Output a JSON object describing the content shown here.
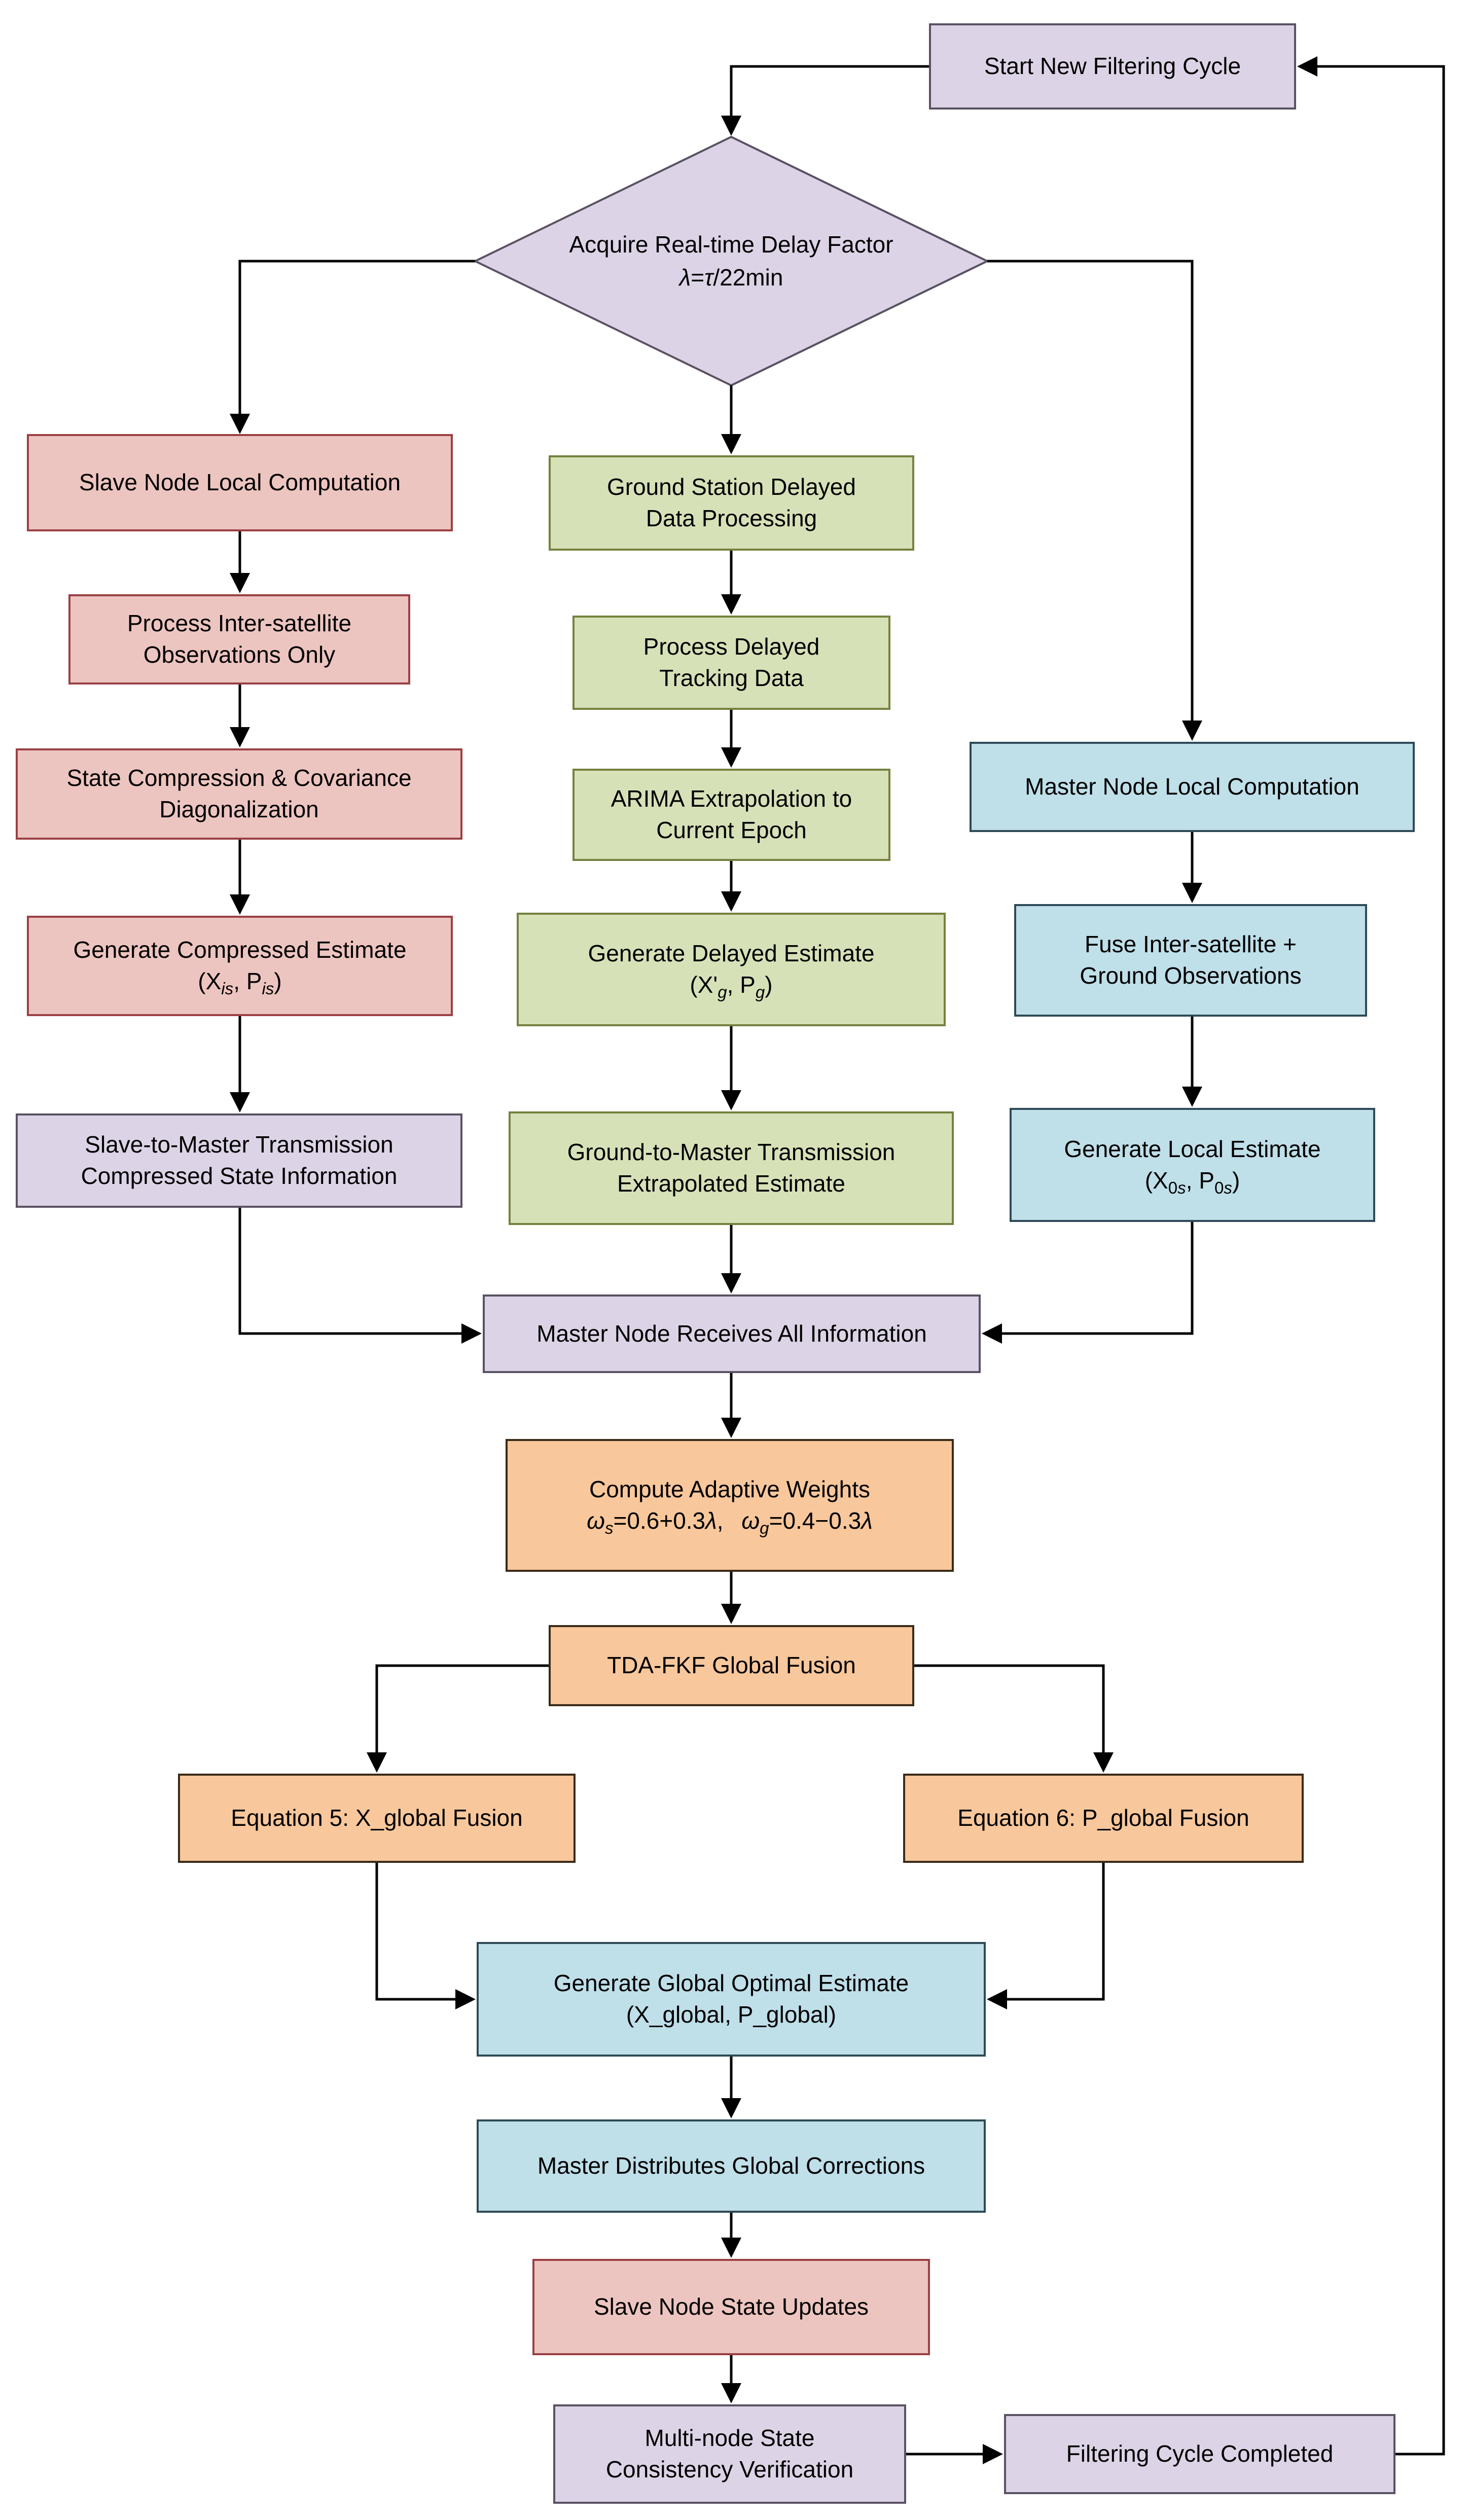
{
  "colors": {
    "background": "#ffffff",
    "lavender_fill": "#DCD4E6",
    "lavender_border": "#5A5262",
    "red_fill": "#EDC5C0",
    "red_border": "#9A4145",
    "green_fill": "#D7E1B8",
    "green_border": "#76813F",
    "blue_fill": "#BFDFE9",
    "blue_border": "#2F4A58",
    "orange_fill": "#F8C79B",
    "orange_border": "#3A2B18",
    "arrow": "#000000"
  },
  "nodes": {
    "start": {
      "type": "process",
      "color": "lavender",
      "lines": [
        "Start New Filtering Cycle"
      ]
    },
    "decision": {
      "type": "decision",
      "color": "lavender",
      "lines": [
        "Acquire Real-time Delay Factor",
        "*λ*=*τ*/22min"
      ]
    },
    "slave_local": {
      "type": "process",
      "color": "red",
      "lines": [
        "Slave Node Local Computation"
      ]
    },
    "process_intersat": {
      "type": "process",
      "color": "red",
      "lines": [
        "Process Inter-satellite",
        "Observations Only"
      ]
    },
    "state_compression": {
      "type": "process",
      "color": "red",
      "lines": [
        "State Compression & Covariance",
        "Diagonalization"
      ]
    },
    "gen_compressed": {
      "type": "process",
      "color": "red",
      "lines": [
        "Generate Compressed Estimate",
        "(X_{*is*}, P_{*is*})"
      ]
    },
    "slave_to_master": {
      "type": "process",
      "color": "lavender",
      "lines": [
        "Slave-to-Master Transmission",
        "Compressed State Information"
      ]
    },
    "ground_delayed": {
      "type": "process",
      "color": "green",
      "lines": [
        "Ground Station Delayed",
        "Data Processing"
      ]
    },
    "process_delayed": {
      "type": "process",
      "color": "green",
      "lines": [
        "Process Delayed",
        "Tracking Data"
      ]
    },
    "arima": {
      "type": "process",
      "color": "green",
      "lines": [
        "ARIMA Extrapolation to",
        "Current Epoch"
      ]
    },
    "gen_delayed": {
      "type": "process",
      "color": "green",
      "lines": [
        "Generate Delayed Estimate",
        "(X'_{*g*}, P_{*g*})"
      ]
    },
    "ground_to_master": {
      "type": "process",
      "color": "green",
      "lines": [
        "Ground-to-Master Transmission",
        "Extrapolated Estimate"
      ]
    },
    "master_local": {
      "type": "process",
      "color": "blue",
      "lines": [
        "Master Node Local Computation"
      ]
    },
    "fuse_obs": {
      "type": "process",
      "color": "blue",
      "lines": [
        "Fuse Inter-satellite +",
        "Ground Observations"
      ]
    },
    "gen_local": {
      "type": "process",
      "color": "blue",
      "lines": [
        "Generate Local Estimate",
        "(X_{0*s*}, P_{0*s*})"
      ]
    },
    "receives": {
      "type": "process",
      "color": "lavender",
      "lines": [
        "Master Node Receives All Information"
      ]
    },
    "weights": {
      "type": "process",
      "color": "orange",
      "lines": [
        "Compute Adaptive Weights",
        "*ω*_{*s*}=0.6+0.3*λ*,  *ω*_{*g*}=0.4−0.3*λ*"
      ]
    },
    "tda_fkf": {
      "type": "process",
      "color": "orange",
      "lines": [
        "TDA-FKF Global Fusion"
      ]
    },
    "eq5": {
      "type": "process",
      "color": "orange",
      "lines": [
        "Equation 5: X_global Fusion"
      ]
    },
    "eq6": {
      "type": "process",
      "color": "orange",
      "lines": [
        "Equation 6: P_global Fusion"
      ]
    },
    "gen_global": {
      "type": "process",
      "color": "blue",
      "lines": [
        "Generate Global Optimal Estimate",
        "(X_global, P_global)"
      ]
    },
    "distribute": {
      "type": "process",
      "color": "blue",
      "lines": [
        "Master Distributes Global Corrections"
      ]
    },
    "slave_updates": {
      "type": "process",
      "color": "red",
      "lines": [
        "Slave Node State Updates"
      ]
    },
    "verification": {
      "type": "process",
      "color": "lavender",
      "lines": [
        "Multi-node State",
        "Consistency Verification"
      ]
    },
    "completed": {
      "type": "process",
      "color": "lavender",
      "lines": [
        "Filtering Cycle Completed"
      ]
    }
  },
  "connections": [
    {
      "from": "start",
      "to": "decision"
    },
    {
      "from": "decision",
      "to": "slave_local"
    },
    {
      "from": "decision",
      "to": "ground_delayed"
    },
    {
      "from": "decision",
      "to": "master_local"
    },
    {
      "from": "slave_local",
      "to": "process_intersat"
    },
    {
      "from": "process_intersat",
      "to": "state_compression"
    },
    {
      "from": "state_compression",
      "to": "gen_compressed"
    },
    {
      "from": "gen_compressed",
      "to": "slave_to_master"
    },
    {
      "from": "slave_to_master",
      "to": "receives"
    },
    {
      "from": "ground_delayed",
      "to": "process_delayed"
    },
    {
      "from": "process_delayed",
      "to": "arima"
    },
    {
      "from": "arima",
      "to": "gen_delayed"
    },
    {
      "from": "gen_delayed",
      "to": "ground_to_master"
    },
    {
      "from": "ground_to_master",
      "to": "receives"
    },
    {
      "from": "master_local",
      "to": "fuse_obs"
    },
    {
      "from": "fuse_obs",
      "to": "gen_local"
    },
    {
      "from": "gen_local",
      "to": "receives"
    },
    {
      "from": "receives",
      "to": "weights"
    },
    {
      "from": "weights",
      "to": "tda_fkf"
    },
    {
      "from": "tda_fkf",
      "to": "eq5"
    },
    {
      "from": "tda_fkf",
      "to": "eq6"
    },
    {
      "from": "eq5",
      "to": "gen_global"
    },
    {
      "from": "eq6",
      "to": "gen_global"
    },
    {
      "from": "gen_global",
      "to": "distribute"
    },
    {
      "from": "distribute",
      "to": "slave_updates"
    },
    {
      "from": "slave_updates",
      "to": "verification"
    },
    {
      "from": "verification",
      "to": "completed"
    },
    {
      "from": "completed",
      "to": "start"
    }
  ]
}
